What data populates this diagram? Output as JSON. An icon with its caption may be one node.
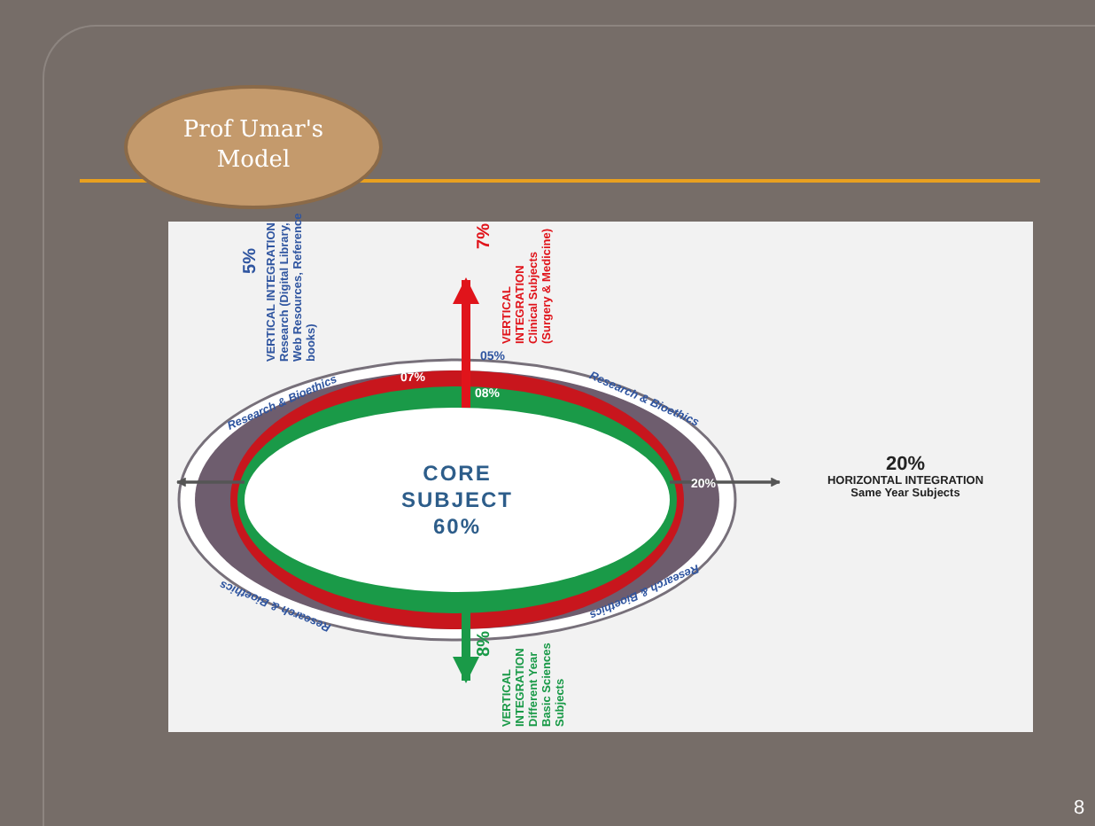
{
  "diagram": {
    "nodes": [
      {
        "text": [
          "Prof Umar's Model"
        ]
      },
      {
        "text": [
          "CORE SUBJECT 60%"
        ]
      },
      {
        "text": [
          "7%",
          "VERTICAL INTEGRATION Clinical Subjects (Surgery & Medicine)"
        ]
      },
      {
        "text": [
          "8%",
          "VERTICAL INTEGRATION Different Year Basic Sciences Subjects"
        ]
      },
      {
        "text": [
          "20%",
          "HORIZONTAL INTEGRATION",
          "Same Year Subjects"
        ]
      }
    ],
    "edges": [
      {
        "from": 1,
        "to": 2,
        "arrow": "to",
        "style": "thick",
        "color": "#e0141b"
      },
      {
        "from": 1,
        "to": 3,
        "arrow": "to",
        "style": "thick",
        "color": "#1a9a48"
      },
      {
        "from": 1,
        "to": 4,
        "arrow": "to"
      },
      {
        "from": 1,
        "to": null,
        "arrow": "to"
      }
    ],
    "labels": [
      "5%",
      "VERTICAL INTEGRATION Research (Digital Library, Web Resources, Reference books)",
      "Research & Bioethics",
      "Research & Bioethics",
      "Research & Bioethics",
      "Research & Bioethics",
      "07%",
      "05%",
      "08%",
      "20%",
      "8"
    ]
  }
}
